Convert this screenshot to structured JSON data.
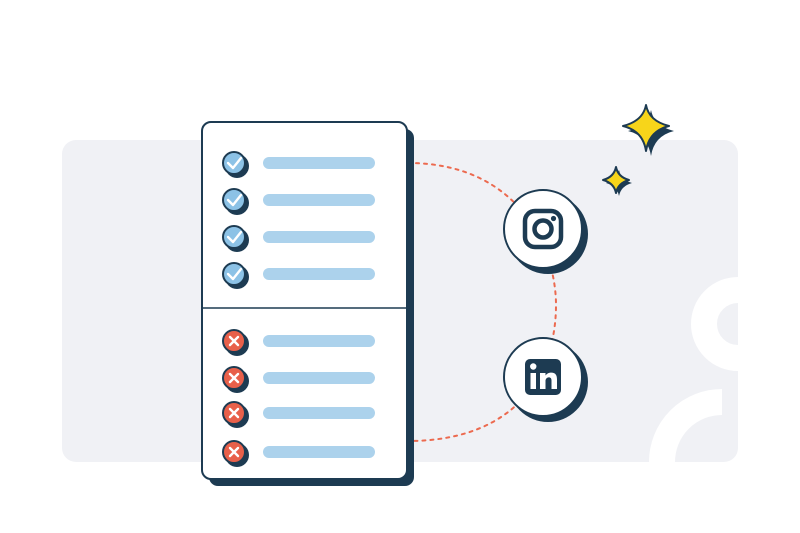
{
  "illustration": {
    "checklist": {
      "approved_items": [
        {
          "status": "check"
        },
        {
          "status": "check"
        },
        {
          "status": "check"
        },
        {
          "status": "check"
        }
      ],
      "rejected_items": [
        {
          "status": "cross"
        },
        {
          "status": "cross"
        },
        {
          "status": "cross"
        },
        {
          "status": "cross"
        }
      ]
    },
    "social_icons": [
      {
        "icon": "instagram-icon"
      },
      {
        "icon": "linkedin-icon"
      }
    ],
    "decorations": [
      "sparkle-large-icon",
      "sparkle-small-icon"
    ],
    "colors": {
      "background_panel": "#f0f1f5",
      "outline": "#1d3b52",
      "card_fill": "#ffffff",
      "line_placeholder": "#acd2ec",
      "check_fill": "#8cc2e6",
      "cross_fill": "#e8604a",
      "connector": "#ec6a4f",
      "sparkle": "#f7d51a"
    }
  }
}
